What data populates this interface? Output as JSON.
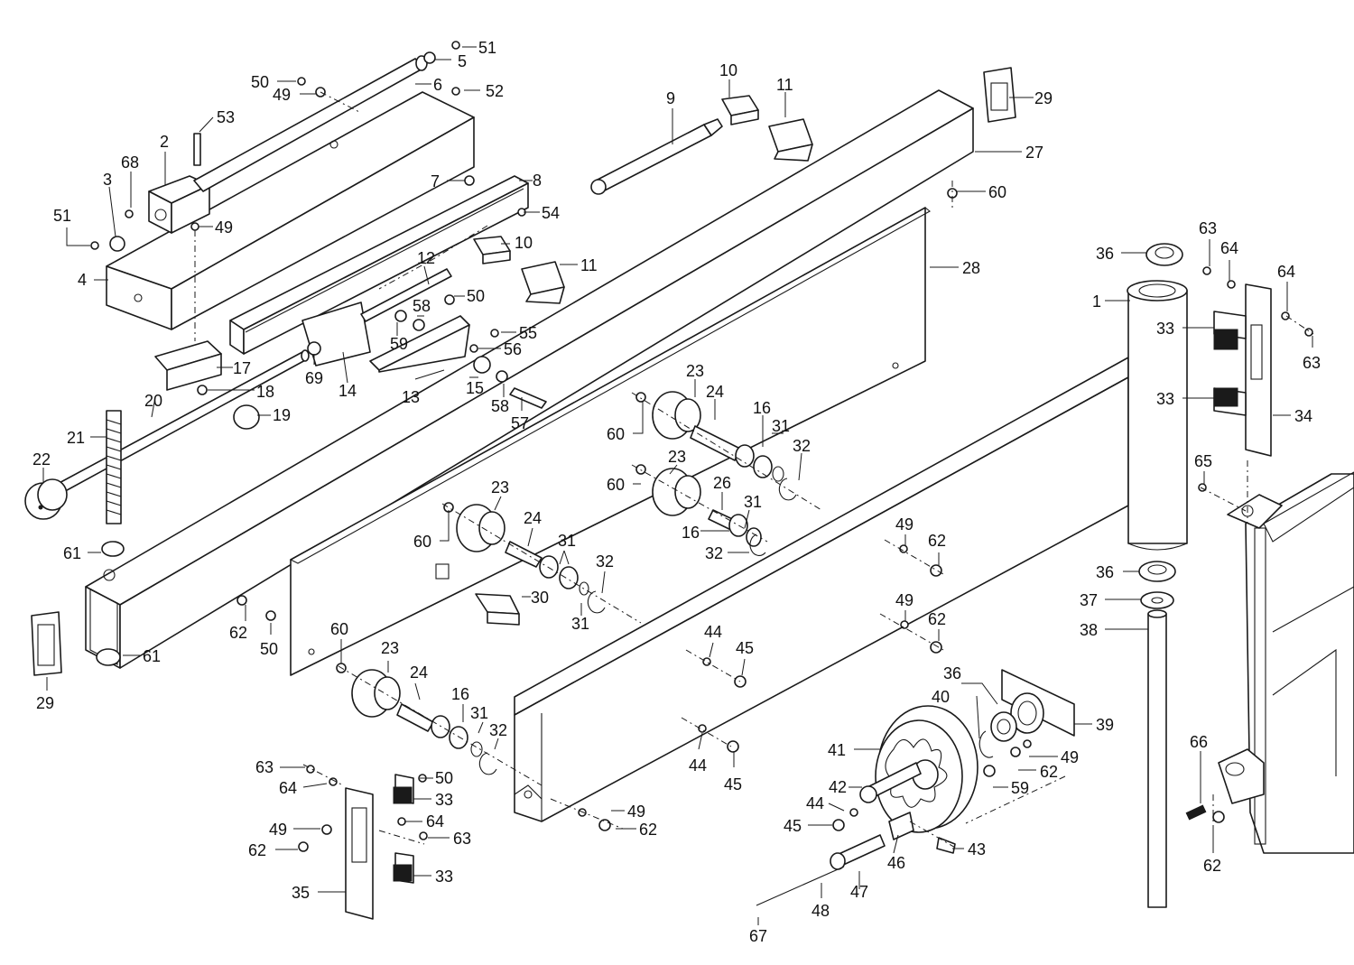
{
  "labels": [
    {
      "id": "l51a",
      "text": "51"
    },
    {
      "id": "l5",
      "text": "5"
    },
    {
      "id": "l50a",
      "text": "50"
    },
    {
      "id": "l6",
      "text": "6"
    },
    {
      "id": "l49a",
      "text": "49"
    },
    {
      "id": "l52",
      "text": "52"
    },
    {
      "id": "l53",
      "text": "53"
    },
    {
      "id": "l2",
      "text": "2"
    },
    {
      "id": "l68",
      "text": "68"
    },
    {
      "id": "l3",
      "text": "3"
    },
    {
      "id": "l51b",
      "text": "51"
    },
    {
      "id": "l49b",
      "text": "49"
    },
    {
      "id": "l4",
      "text": "4"
    },
    {
      "id": "l7",
      "text": "7"
    },
    {
      "id": "l8",
      "text": "8"
    },
    {
      "id": "l54",
      "text": "54"
    },
    {
      "id": "l9",
      "text": "9"
    },
    {
      "id": "l10a",
      "text": "10"
    },
    {
      "id": "l11a",
      "text": "11"
    },
    {
      "id": "l10b",
      "text": "10"
    },
    {
      "id": "l11b",
      "text": "11"
    },
    {
      "id": "l12",
      "text": "12"
    },
    {
      "id": "l50b",
      "text": "50"
    },
    {
      "id": "l58a",
      "text": "58"
    },
    {
      "id": "l59a",
      "text": "59"
    },
    {
      "id": "l55",
      "text": "55"
    },
    {
      "id": "l56",
      "text": "56"
    },
    {
      "id": "l17",
      "text": "17"
    },
    {
      "id": "l69",
      "text": "69"
    },
    {
      "id": "l14",
      "text": "14"
    },
    {
      "id": "l20",
      "text": "20"
    },
    {
      "id": "l18",
      "text": "18"
    },
    {
      "id": "l13",
      "text": "13"
    },
    {
      "id": "l15",
      "text": "15"
    },
    {
      "id": "l58b",
      "text": "58"
    },
    {
      "id": "l57",
      "text": "57"
    },
    {
      "id": "l19",
      "text": "19"
    },
    {
      "id": "l21",
      "text": "21"
    },
    {
      "id": "l22",
      "text": "22"
    },
    {
      "id": "l61a",
      "text": "61"
    },
    {
      "id": "l61b",
      "text": "61"
    },
    {
      "id": "l29a",
      "text": "29"
    },
    {
      "id": "l29b",
      "text": "29"
    },
    {
      "id": "l27",
      "text": "27"
    },
    {
      "id": "l60a",
      "text": "60"
    },
    {
      "id": "l28",
      "text": "28"
    },
    {
      "id": "l23a",
      "text": "23"
    },
    {
      "id": "l24a",
      "text": "24"
    },
    {
      "id": "l60b",
      "text": "60"
    },
    {
      "id": "l16a",
      "text": "16"
    },
    {
      "id": "l31a",
      "text": "31"
    },
    {
      "id": "l32a",
      "text": "32"
    },
    {
      "id": "l23b",
      "text": "23"
    },
    {
      "id": "l60c",
      "text": "60"
    },
    {
      "id": "l26",
      "text": "26"
    },
    {
      "id": "l31b",
      "text": "31"
    },
    {
      "id": "l16b",
      "text": "16"
    },
    {
      "id": "l32b",
      "text": "32"
    },
    {
      "id": "l23c",
      "text": "23"
    },
    {
      "id": "l24b",
      "text": "24"
    },
    {
      "id": "l60d",
      "text": "60"
    },
    {
      "id": "l31c",
      "text": "31"
    },
    {
      "id": "l32c",
      "text": "32"
    },
    {
      "id": "l31d",
      "text": "31"
    },
    {
      "id": "l30",
      "text": "30"
    },
    {
      "id": "l62a",
      "text": "62"
    },
    {
      "id": "l50c",
      "text": "50"
    },
    {
      "id": "l60e",
      "text": "60"
    },
    {
      "id": "l23d",
      "text": "23"
    },
    {
      "id": "l24c",
      "text": "24"
    },
    {
      "id": "l16c",
      "text": "16"
    },
    {
      "id": "l31e",
      "text": "31"
    },
    {
      "id": "l32d",
      "text": "32"
    },
    {
      "id": "l36a",
      "text": "36"
    },
    {
      "id": "l1",
      "text": "1"
    },
    {
      "id": "l63a",
      "text": "63"
    },
    {
      "id": "l64a",
      "text": "64"
    },
    {
      "id": "l64b",
      "text": "64"
    },
    {
      "id": "l33a",
      "text": "33"
    },
    {
      "id": "l63b",
      "text": "63"
    },
    {
      "id": "l33b",
      "text": "33"
    },
    {
      "id": "l34",
      "text": "34"
    },
    {
      "id": "l65",
      "text": "65"
    },
    {
      "id": "l49c",
      "text": "49"
    },
    {
      "id": "l62b",
      "text": "62"
    },
    {
      "id": "l49d",
      "text": "49"
    },
    {
      "id": "l62c",
      "text": "62"
    },
    {
      "id": "l36b",
      "text": "36"
    },
    {
      "id": "l37",
      "text": "37"
    },
    {
      "id": "l38",
      "text": "38"
    },
    {
      "id": "l44a",
      "text": "44"
    },
    {
      "id": "l45a",
      "text": "45"
    },
    {
      "id": "l44b",
      "text": "44"
    },
    {
      "id": "l45b",
      "text": "45"
    },
    {
      "id": "l36c",
      "text": "36"
    },
    {
      "id": "l40",
      "text": "40"
    },
    {
      "id": "l39",
      "text": "39"
    },
    {
      "id": "l41",
      "text": "41"
    },
    {
      "id": "l49e",
      "text": "49"
    },
    {
      "id": "l62d",
      "text": "62"
    },
    {
      "id": "l42",
      "text": "42"
    },
    {
      "id": "l59b",
      "text": "59"
    },
    {
      "id": "l44c",
      "text": "44"
    },
    {
      "id": "l45c",
      "text": "45"
    },
    {
      "id": "l46",
      "text": "46"
    },
    {
      "id": "l43",
      "text": "43"
    },
    {
      "id": "l47",
      "text": "47"
    },
    {
      "id": "l48",
      "text": "48"
    },
    {
      "id": "l67",
      "text": "67"
    },
    {
      "id": "l66",
      "text": "66"
    },
    {
      "id": "l62e",
      "text": "62"
    },
    {
      "id": "l63c",
      "text": "63"
    },
    {
      "id": "l64c",
      "text": "64"
    },
    {
      "id": "l50d",
      "text": "50"
    },
    {
      "id": "l33c",
      "text": "33"
    },
    {
      "id": "l64d",
      "text": "64"
    },
    {
      "id": "l49f",
      "text": "49"
    },
    {
      "id": "l63d",
      "text": "63"
    },
    {
      "id": "l62f",
      "text": "62"
    },
    {
      "id": "l33d",
      "text": "33"
    },
    {
      "id": "l35",
      "text": "35"
    },
    {
      "id": "l49g",
      "text": "49"
    },
    {
      "id": "l62g",
      "text": "62"
    }
  ]
}
